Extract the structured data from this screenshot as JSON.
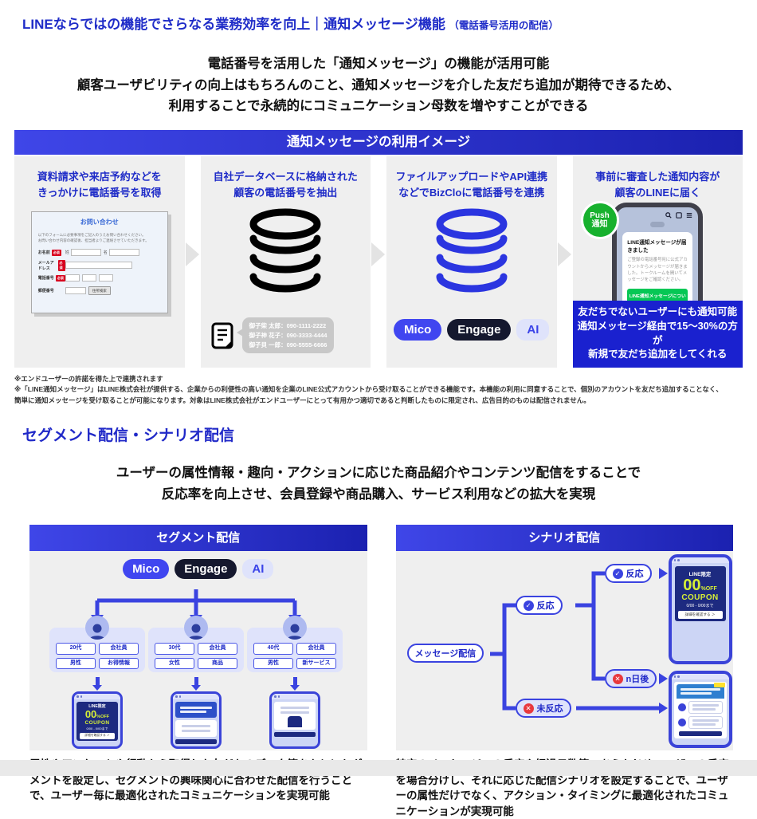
{
  "colors": {
    "accent_blue": "#1f2cc8",
    "banner_dark": "#1b21b0",
    "banner_light": "#3f46e8",
    "line_green": "#06c755",
    "push_green": "#17b12e",
    "panel_gray": "#efefef",
    "lavender": "#dfe3fb",
    "navy": "#15182e",
    "required_red": "#d8001e",
    "coupon_navy": "#1d2a80",
    "coupon_yellow": "#d6ef36"
  },
  "header": {
    "main": "LINEならではの機能でさらなる業務効率を向上｜通知メッセージ機能",
    "sub": "（電話番号活用の配信）"
  },
  "intro": {
    "line1": "電話番号を活用した「通知メッセージ」の機能が活用可能",
    "line2": "顧客ユーザビリティの向上はもちろんのこと、通知メッセージを介した友だち追加が期待できるため、",
    "line3": "利用することで永続的にコミュニケーション母数を増やすことができる"
  },
  "usage": {
    "banner": "通知メッセージの利用イメージ",
    "steps": [
      {
        "line1": "資料請求や来店予約などを",
        "line2": "きっかけに電話番号を取得"
      },
      {
        "line1": "自社データベースに格納された",
        "line2": "顧客の電話番号を抽出"
      },
      {
        "line1": "ファイルアップロードやAPI連携",
        "line2": "などでBizCloに電話番号を連携"
      },
      {
        "line1": "事前に審査した通知内容が",
        "line2": "顧客のLINEに届く"
      }
    ],
    "form": {
      "title": "お問い合わせ",
      "note1": "以下のフォームに必要事項をご記入のうえお問い合わせください。",
      "note2": "お問い合わせ内容の確認後、担当者よりご連絡させていただきます。",
      "label_name": "お名前",
      "label_mail": "メールアドレス",
      "label_tel": "電話番号",
      "label_zip": "郵便番号",
      "required": "必須",
      "last_name": "姓",
      "first_name": "名",
      "zip_button": "住所検索"
    },
    "contacts": {
      "line1": "御子柴 太郎：090-1111-2222",
      "line2": "御子神 花子：090-3333-4444",
      "line3": "御子貝 一郎：090-5555-6666"
    },
    "logos": {
      "mico": "Mico",
      "engage": "Engage",
      "ai": "AI"
    },
    "push_badge": {
      "line1": "Push",
      "line2": "通知"
    },
    "notification": {
      "title": "LINE通知メッセージが届きました",
      "body": "ご登録の電話番号宛に公式アカウントからメッセージが届きました。トークルームを開いてメッセージをご確認ください。",
      "button": "LINE通知メッセージについて"
    },
    "benefit": {
      "line1": "友だちでないユーザーにも通知可能",
      "line2": "通知メッセージ経由で15〜30%の方が",
      "line3": "新規で友だち追加をしてくれる"
    }
  },
  "footnotes": {
    "line1": "※エンドユーザーの許諾を得た上で連携されます",
    "line2": "※「LINE通知メッセージ」はLINE株式会社が提供する、企業からの利便性の高い通知を企業のLINE公式アカウントから受け取ることができる機能です。本機能の利用に同意することで、個別のアカウントを友だち追加することなく、",
    "line3": "簡単に通知メッセージを受け取ることが可能になります。対象はLINE株式会社がエンドユーザーにとって有用かつ適切であると判断したものに限定され、広告目的のものは配信されません。"
  },
  "section2": {
    "title": "セグメント配信・シナリオ配信",
    "intro_line1": "ユーザーの属性情報・趣向・アクションに応じた商品紹介やコンテンツ配信をすることで",
    "intro_line2": "反応率を向上させ、会員登録や商品購入、サービス利用などの拡大を実現",
    "segment": {
      "header": "セグメント配信",
      "personas": [
        {
          "tags": [
            "20代",
            "会社員",
            "男性",
            "お得情報"
          ]
        },
        {
          "tags": [
            "30代",
            "会社員",
            "女性",
            "商品"
          ]
        },
        {
          "tags": [
            "40代",
            "会社員",
            "男性",
            "新サービス"
          ]
        }
      ],
      "description": "属性やアンケートや行動から取得した友だちのデータ等をもとにセグメントを設定し、セグメントの興味関心に合わせた配信を行うことで、ユーザー毎に最適化されたコミュニケーションを実現可能"
    },
    "scenario": {
      "header": "シナリオ配信",
      "nodes": {
        "start": "メッセージ配信",
        "react": "反応",
        "no_react": "未反応",
        "n_days": "n日後"
      },
      "description": "特定のメッセージへの反応や経過日数等、あらかじめユーザーの反応を場合分けし、それに応じた配信シナリオを設定することで、ユーザーの属性だけでなく、アクション・タイミングに最適化されたコミュニケーションが実現可能"
    },
    "coupon": {
      "brand": "LINE限定",
      "num": "00",
      "off": "%OFF",
      "word": "COUPON",
      "period": "0/00 - 0/00まで",
      "button": "詳細を確認する ＞"
    }
  }
}
